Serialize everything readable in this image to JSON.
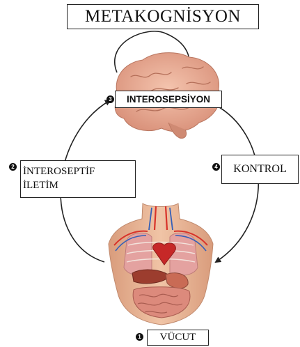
{
  "title": "METAKOGNİSYON",
  "nodes": {
    "interosepsiyon": {
      "number": "3",
      "label": "INTEROSEPSİYON"
    },
    "iletim": {
      "number": "2",
      "label_line1": "İNTEROSEPTİF",
      "label_line2": "İLETİM"
    },
    "kontrol": {
      "number": "4",
      "label": "KONTROL"
    },
    "vucut": {
      "number": "1",
      "label": "VÜCUT"
    }
  },
  "colors": {
    "brain": "#e8a98f",
    "brain_fold": "#c9826a",
    "skin": "#e9b694",
    "artery": "#d8322a",
    "vein": "#3560b8",
    "lung": "#e4a2a0",
    "intestine": "#dc8a7c",
    "liver": "#9c3d2e",
    "heart": "#c62828",
    "arrow": "#222222"
  },
  "icons": [
    "brain-illustration",
    "torso-anatomy-illustration",
    "cycle-arrows"
  ]
}
